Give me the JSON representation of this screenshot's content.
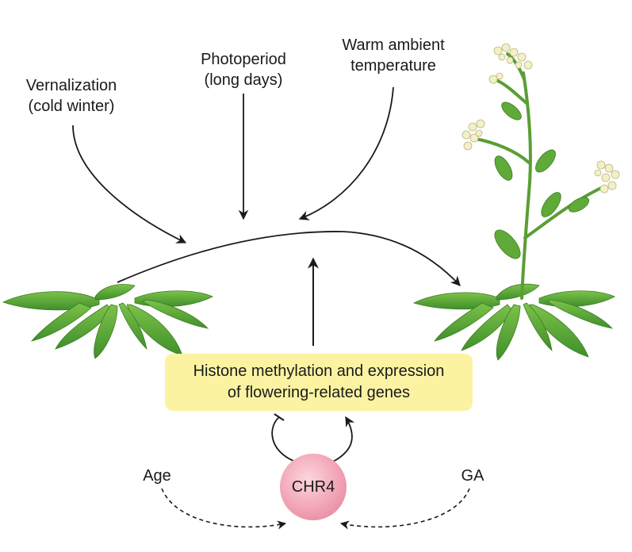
{
  "factors": {
    "vernalization_line1": "Vernalization",
    "vernalization_line2": "(cold winter)",
    "photoperiod_line1": "Photoperiod",
    "photoperiod_line2": "(long days)",
    "warm_line1": "Warm ambient",
    "warm_line2": "temperature"
  },
  "box": {
    "line1": "Histone methylation and expression",
    "line2": "of flowering-related genes"
  },
  "regulator": {
    "label": "CHR4"
  },
  "inputs": {
    "age": "Age",
    "ga": "GA"
  },
  "colors": {
    "box_fill": "#fbf3a2",
    "circle_fill": "#f1a3b4",
    "leaf_green": "#5fae3a",
    "flower": "#f3f0c4",
    "arrow": "#1a1a1a"
  }
}
